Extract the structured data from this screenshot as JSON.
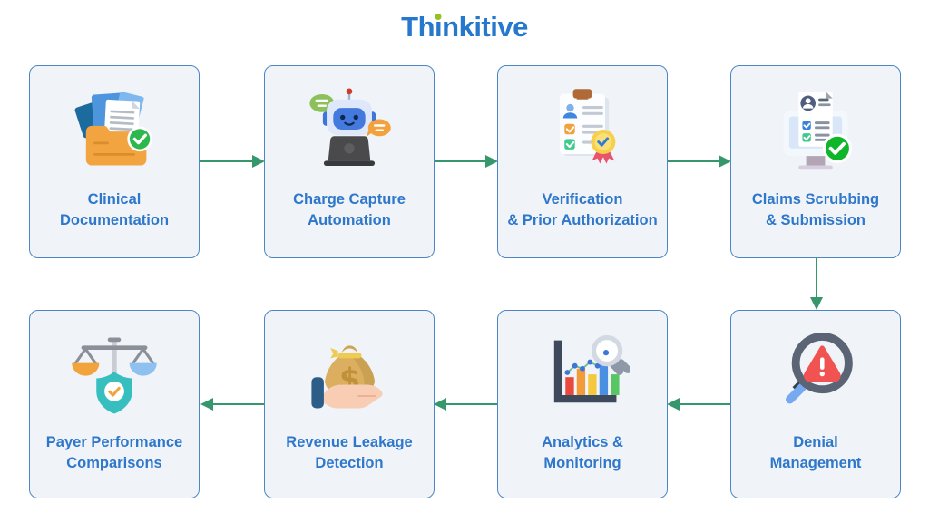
{
  "logo": {
    "part1": "Th",
    "part2": "ı",
    "part3": "nkitive",
    "color": "#2678cd",
    "dot_color": "#94c120"
  },
  "colors": {
    "box_background": "#f0f4f8",
    "box_border": "#4c86c6",
    "label_text": "#2e77cb",
    "arrow": "#35976b"
  },
  "icons": {
    "dollar_symbol": "$"
  },
  "steps": [
    {
      "id": 1,
      "icon": "folder-documents-icon",
      "label_lines": [
        "Clinical",
        "Documentation"
      ]
    },
    {
      "id": 2,
      "icon": "chatbot-laptop-icon",
      "label_lines": [
        "Charge Capture",
        "Automation"
      ]
    },
    {
      "id": 3,
      "icon": "clipboard-badge-icon",
      "label_lines": [
        "Verification",
        "& Prior Authorization"
      ]
    },
    {
      "id": 4,
      "icon": "monitor-claim-check-icon",
      "label_lines": [
        "Claims Scrubbing",
        "& Submission"
      ]
    },
    {
      "id": 5,
      "icon": "magnifier-alert-icon",
      "label_lines": [
        "Denial",
        "Management"
      ]
    },
    {
      "id": 6,
      "icon": "chart-magnifier-icon",
      "label_lines": [
        "Analytics &",
        "Monitoring"
      ]
    },
    {
      "id": 7,
      "icon": "money-bag-hand-icon",
      "label_lines": [
        "Revenue Leakage",
        "Detection"
      ]
    },
    {
      "id": 8,
      "icon": "scale-shield-icon",
      "label_lines": [
        "Payer Performance",
        "Comparisons"
      ]
    }
  ]
}
